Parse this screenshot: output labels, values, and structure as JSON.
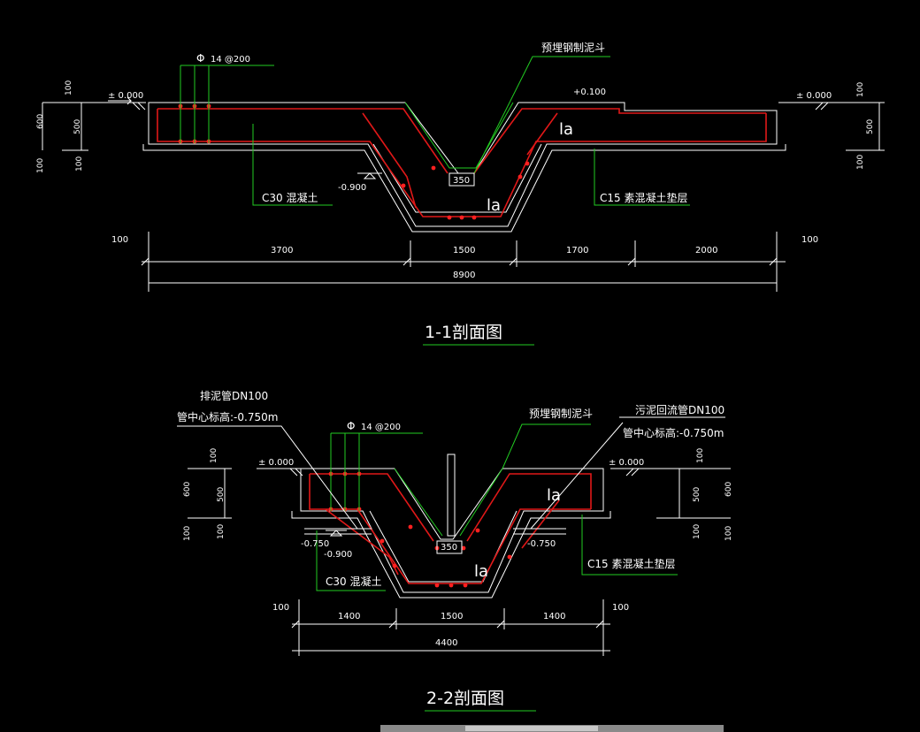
{
  "section1": {
    "title": "1-1剖面图",
    "rebar": "14 @200",
    "rebar_symbol": "Φ",
    "hopper": "预埋钢制泥斗",
    "concrete": "C30 混凝土",
    "cushion": "C15 素混凝土垫层",
    "lap": "la",
    "elev_left": "± 0.000",
    "elev_mid": "+0.100",
    "elev_right": "± 0.000",
    "elev_bottom": "-0.900",
    "bottom_width": "350",
    "left_dims": [
      "100",
      "600",
      "500",
      "100",
      "100"
    ],
    "right_dims": [
      "100",
      "500",
      "100"
    ],
    "dims": [
      "100",
      "3700",
      "1500",
      "1700",
      "2000",
      "100"
    ],
    "total": "8900"
  },
  "section2": {
    "title": "2-2剖面图",
    "rebar": "14 @200",
    "rebar_symbol": "Φ",
    "hopper": "预埋钢制泥斗",
    "drain_pipe": "排泥管DN100",
    "drain_center": "管中心标高:-0.750m",
    "return_pipe": "污泥回流管DN100",
    "return_center": "管中心标高:-0.750m",
    "concrete": "C30 混凝土",
    "cushion": "C15 素混凝土垫层",
    "lap": "la",
    "elev_left": "± 0.000",
    "elev_right": "± 0.000",
    "elev_pipe_left": "-0.750",
    "elev_pipe_right": "-0.750",
    "elev_bottom": "-0.900",
    "bottom_width": "350",
    "left_dims": [
      "100",
      "600",
      "500",
      "100",
      "100"
    ],
    "right_dims": [
      "100",
      "600",
      "500",
      "100",
      "100"
    ],
    "dims": [
      "100",
      "1400",
      "1500",
      "1400",
      "100"
    ],
    "total": "4400"
  }
}
